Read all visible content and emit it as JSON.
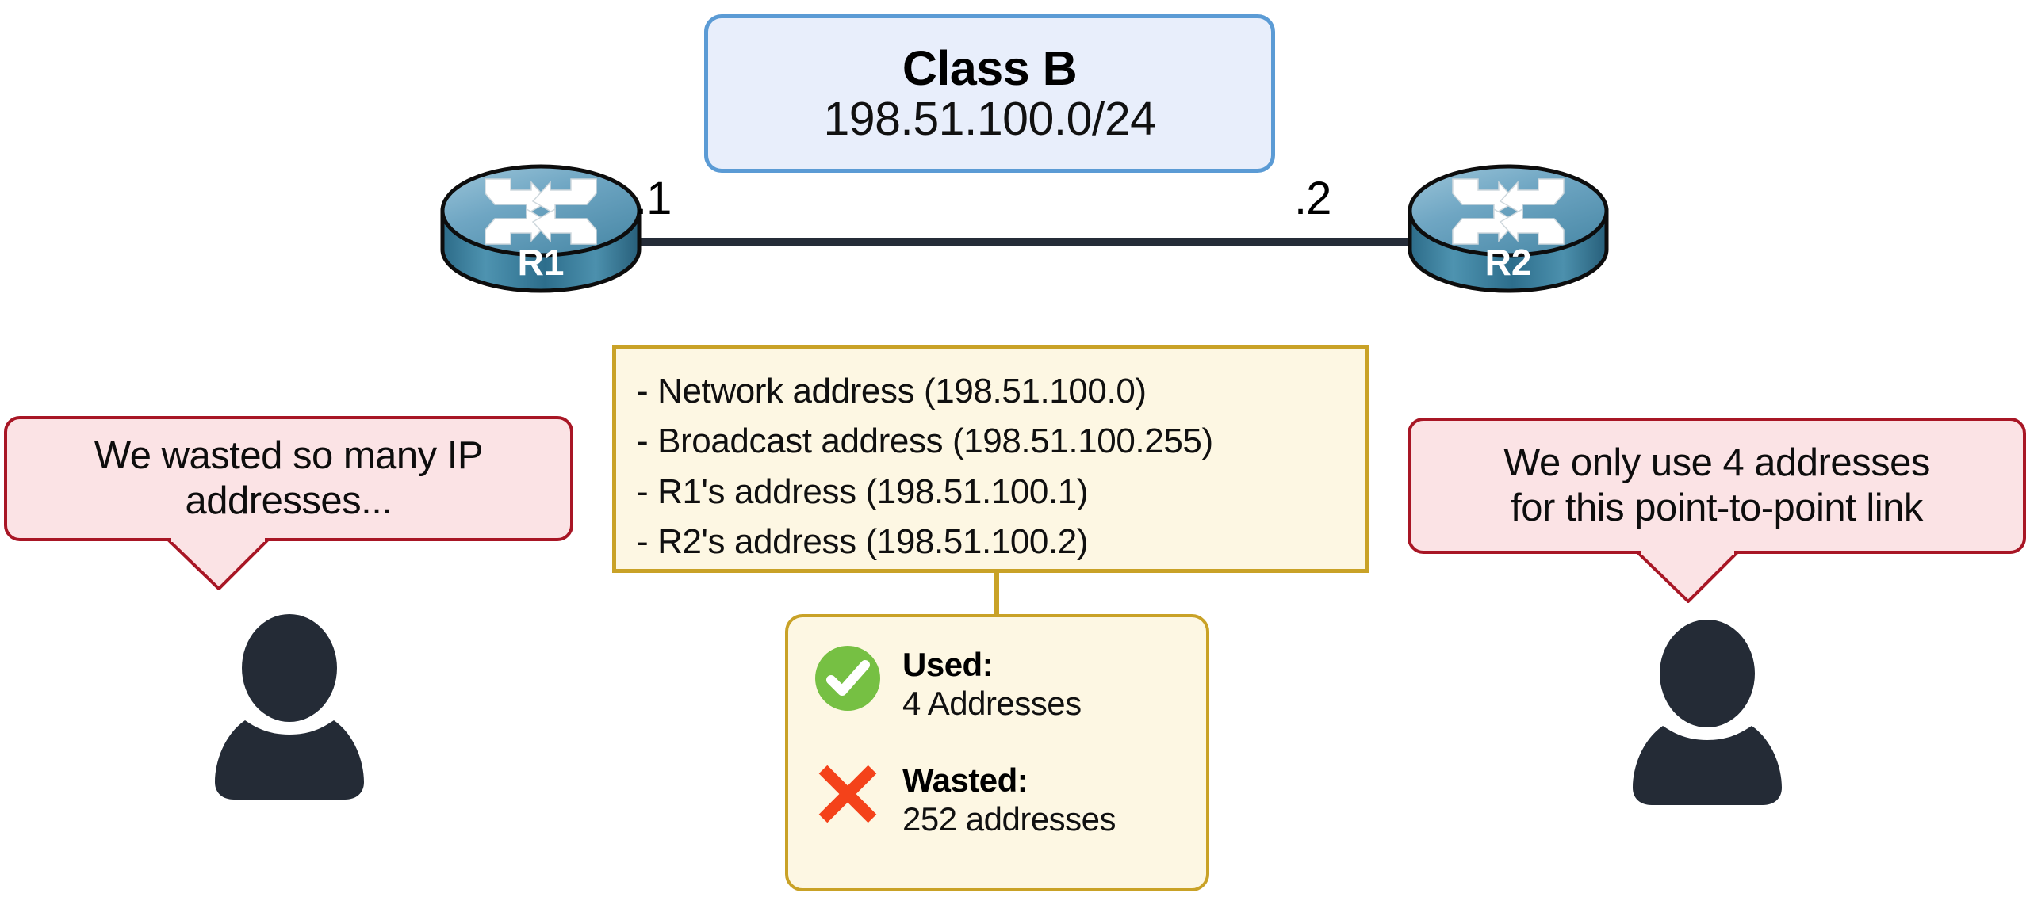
{
  "subnet": {
    "class_label": "Class B",
    "prefix": "198.51.100.0/24"
  },
  "topology": {
    "routers": [
      {
        "name": "R1",
        "interface_label": ".1"
      },
      {
        "name": "R2",
        "interface_label": ".2"
      }
    ],
    "link_type": "point-to-point"
  },
  "address_breakdown": {
    "items": [
      "- Network address (198.51.100.0)",
      "- Broadcast address (198.51.100.255)",
      "- R1's address (198.51.100.1)",
      "- R2's address (198.51.100.2)"
    ]
  },
  "usage": {
    "used": {
      "label": "Used:",
      "value": "4 Addresses",
      "icon": "green-check-circle-icon",
      "color": "#76c043"
    },
    "wasted": {
      "label": "Wasted:",
      "value": "252 addresses",
      "icon": "red-x-icon",
      "color": "#f4421a"
    }
  },
  "speech_bubbles": {
    "left": {
      "line1": "We wasted so many IP",
      "line2": "addresses..."
    },
    "right": {
      "line1": "We only use 4 addresses",
      "line2": "for this point-to-point link"
    }
  },
  "colors": {
    "subnet_box_fill": "#e8eefb",
    "subnet_box_border": "#5b9bd5",
    "note_box_fill": "#fdf7e3",
    "note_box_border": "#c9a227",
    "bubble_fill": "#fbe3e5",
    "bubble_border": "#a81625",
    "link_line": "#252c38",
    "person_fill": "#242b36",
    "router_top": "#7fb3cd",
    "router_side": "#2f7190"
  }
}
